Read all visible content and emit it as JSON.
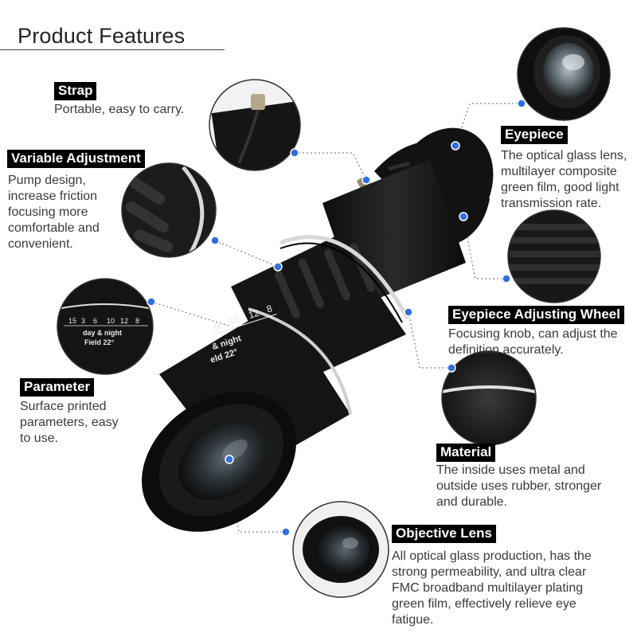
{
  "title": "Product Features",
  "features": {
    "strap": {
      "label": "Strap",
      "desc": [
        "Portable, easy to carry."
      ]
    },
    "variable_adjustment": {
      "label": "Variable Adjustment",
      "desc": [
        "Pump design,",
        "increase friction",
        "focusing more",
        "comfortable and",
        "convenient."
      ]
    },
    "parameter": {
      "label": "Parameter",
      "desc": [
        "Surface printed",
        "parameters, easy",
        "to use."
      ]
    },
    "eyepiece": {
      "label": "Eyepiece",
      "desc": [
        "The optical glass lens,",
        "multilayer composite",
        "green film, good light",
        "transmission rate."
      ]
    },
    "eyepiece_wheel": {
      "label": "Eyepiece Adjusting Wheel",
      "desc": [
        "Focusing knob, can adjust the",
        "definition accurately."
      ]
    },
    "material": {
      "label": "Material",
      "desc": [
        "The inside uses metal and",
        "outside uses rubber, stronger",
        "and durable."
      ]
    },
    "objective_lens": {
      "label": "Objective Lens",
      "desc": [
        "All optical glass production, has the",
        "strong permeability, and ultra clear",
        "FMC broadband multilayer plating",
        "green film, effectively relieve eye",
        "fatigue."
      ]
    }
  },
  "scale_print": {
    "numbers": [
      "15",
      "3",
      "6",
      "10",
      "12",
      "8"
    ],
    "line1": "day & night",
    "line2": "Field 22°"
  },
  "body_print": {
    "numbers": [
      "6",
      "10",
      "12",
      "8"
    ],
    "line1": "& night",
    "line2": "eld 22°"
  },
  "colors": {
    "dot": "#2f6fe0",
    "tag_bg": "#000000",
    "connector": "#666666"
  }
}
